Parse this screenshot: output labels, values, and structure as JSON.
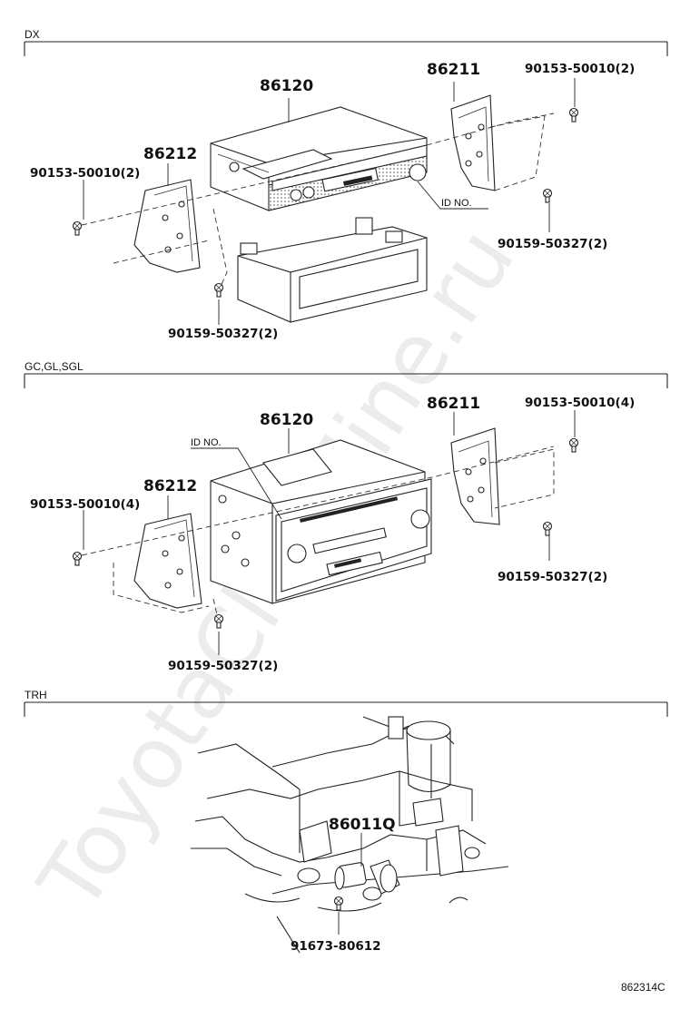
{
  "sections": {
    "dx": "DX",
    "gc": "GC,GL,SGL",
    "trh": "TRH"
  },
  "labels": {
    "dx_radio": "86120",
    "dx_bracket_right": "86211",
    "dx_bracket_left": "86212",
    "dx_screw_right_top": "90153-50010(2)",
    "dx_screw_left": "90153-50010(2)",
    "dx_bolt_right": "90159-50327(2)",
    "dx_bolt_bottom": "90159-50327(2)",
    "dx_id": "ID NO.",
    "gc_radio": "86120",
    "gc_bracket_right": "86211",
    "gc_bracket_left": "86212",
    "gc_screw_right_top": "90153-50010(4)",
    "gc_screw_left": "90153-50010(4)",
    "gc_bolt_right": "90159-50327(2)",
    "gc_bolt_bottom": "90159-50327(2)",
    "gc_id": "ID NO.",
    "trh_part": "86011Q",
    "trh_bolt": "91673-80612"
  },
  "watermark": "ToyotaClubMine.ru",
  "diagram_code": "862314C"
}
